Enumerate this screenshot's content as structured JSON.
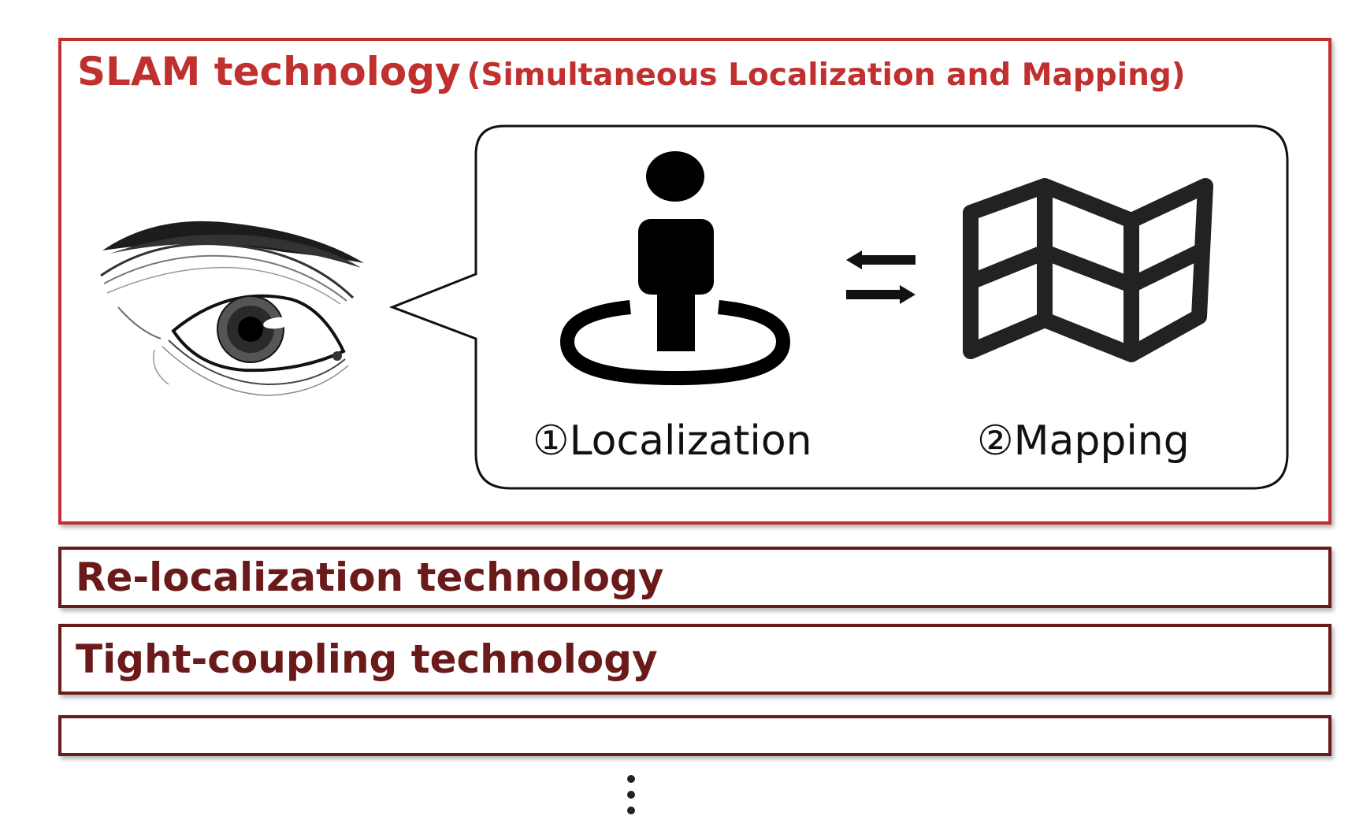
{
  "slam": {
    "title": "SLAM technology",
    "subtitle": "(Simultaneous Localization and Mapping)",
    "localization_label": "①Localization",
    "mapping_label": "②Mapping"
  },
  "icons": {
    "eye": "eye-illustration",
    "person": "person-location-icon",
    "arrows": "bidirectional-arrows-icon",
    "map": "folded-map-icon"
  },
  "technologies": [
    {
      "label": "Re-localization technology"
    },
    {
      "label": "Tight-coupling technology"
    },
    {
      "label": ""
    }
  ],
  "colors": {
    "slam_accent": "#c0302e",
    "tech_accent": "#6b1a1a"
  }
}
